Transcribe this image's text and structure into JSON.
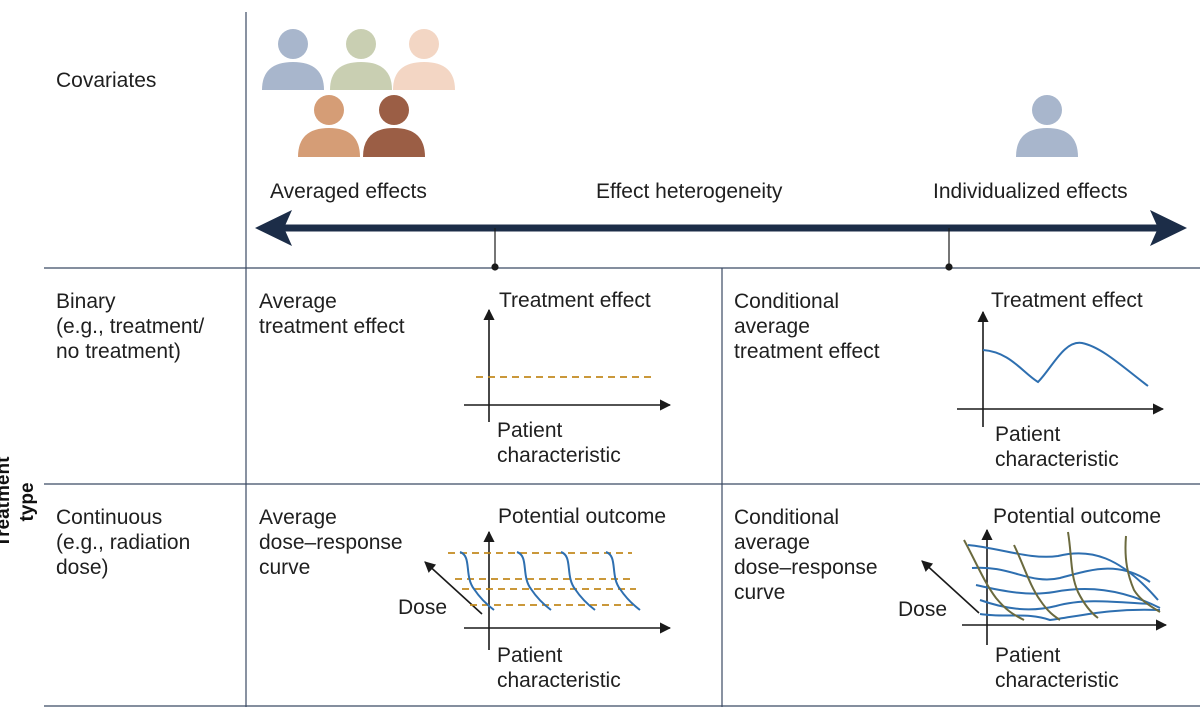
{
  "rows": {
    "covariates": "Covariates",
    "binary": "Binary\n(e.g., treatment/\nno treatment)",
    "continuous": "Continuous\n(e.g., radiation\ndose)"
  },
  "side_label": "Treatment type",
  "spectrum": {
    "left": "Averaged effects",
    "center": "Effect heterogeneity",
    "right": "Individualized effects"
  },
  "cells": {
    "ate": {
      "title": "Average\ntreatment effect",
      "y_label": "Treatment effect",
      "x_label": "Patient\ncharacteristic"
    },
    "cate": {
      "title": "Conditional\naverage\ntreatment effect",
      "y_label": "Treatment effect",
      "x_label": "Patient\ncharacteristic"
    },
    "adrc": {
      "title": "Average\ndose–response\ncurve",
      "y_label": "Potential outcome",
      "x_label": "Patient\ncharacteristic",
      "z_label": "Dose"
    },
    "cadrc": {
      "title": "Conditional\naverage\ndose–response\ncurve",
      "y_label": "Potential outcome",
      "x_label": "Patient\ncharacteristic",
      "z_label": "Dose"
    }
  },
  "colors": {
    "grid": "#3b4a63",
    "arrow": "#1c2d48",
    "curve_blue": "#2e6fb0",
    "dashed_gold": "#c38a1e",
    "olive": "#6b6a3e",
    "person_blue": "#a8b6cc",
    "person_sage": "#c9cfb2",
    "person_peach": "#f3d6c4",
    "person_tan": "#d59d76",
    "person_brown": "#9b5e45"
  },
  "icons": [
    "person-icon"
  ]
}
